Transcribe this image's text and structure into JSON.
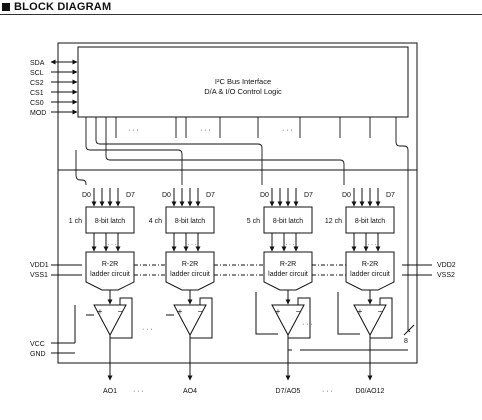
{
  "heading": "BLOCK DIAGRAM",
  "interface_block": {
    "line1": "I²C Bus Interface",
    "line2": "D/A & I/O Control Logic"
  },
  "input_pins": [
    "SDA",
    "SCL",
    "CS2",
    "CS1",
    "CS0",
    "MOD"
  ],
  "power_pins_left": {
    "vdd": "VDD1",
    "vss": "VSS1",
    "vcc": "VCC",
    "gnd": "GND"
  },
  "power_pins_right": {
    "vdd": "VDD2",
    "vss": "VSS2"
  },
  "latch_label": "8-bit latch",
  "bit_labels": {
    "low": "D0",
    "high": "D7"
  },
  "ladder_line1": "R-2R",
  "ladder_line2": "ladder circuit",
  "ellipsis": "· · ·",
  "channels": [
    {
      "id": "1 ch",
      "output": "AO1"
    },
    {
      "id": "4 ch",
      "output": "AO4"
    },
    {
      "id": "5 ch",
      "output": "D7/AO5"
    },
    {
      "id": "12 ch",
      "output": "D0/AO12"
    }
  ],
  "bus_width_label": "8",
  "amp_plus": "+",
  "amp_minus": "−",
  "colors": {
    "line": "#111111",
    "fill": "#ffffff"
  }
}
